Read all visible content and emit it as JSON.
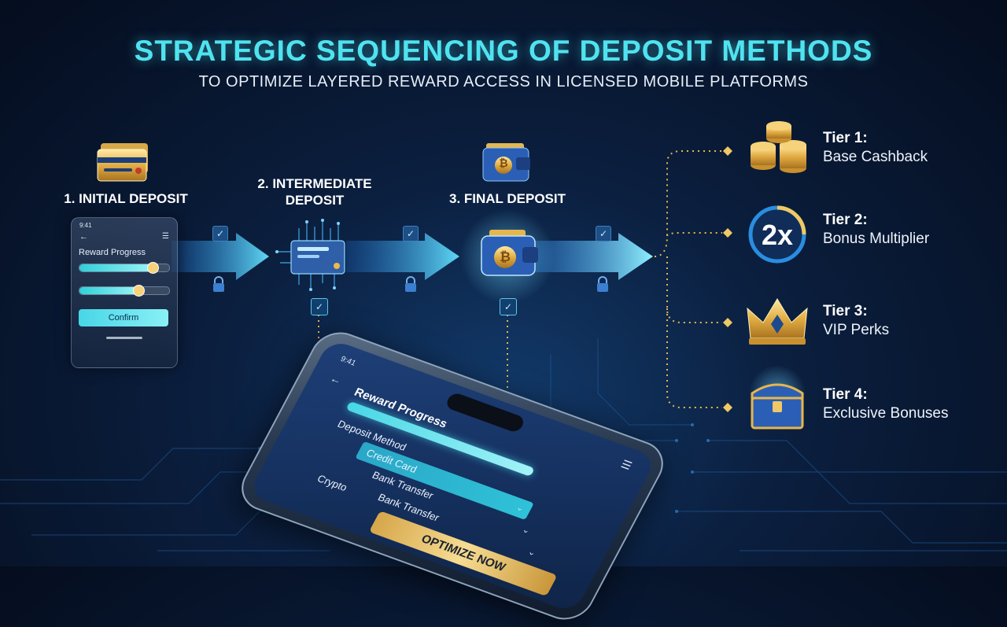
{
  "header": {
    "title": "STRATEGIC SEQUENCING OF DEPOSIT METHODS",
    "subtitle": "TO OPTIMIZE LAYERED REWARD ACCESS IN LICENSED MOBILE PLATFORMS"
  },
  "steps": [
    {
      "label": "1. INITIAL DEPOSIT"
    },
    {
      "label_line1": "2. INTERMEDIATE",
      "label_line2": "DEPOSIT"
    },
    {
      "label": "3. FINAL DEPOSIT"
    }
  ],
  "mini_phone": {
    "time": "9:41",
    "title": "Reward Progress",
    "slider1": 0.82,
    "slider2": 0.66,
    "confirm_label": "Confirm"
  },
  "tiers": [
    {
      "title": "Tier 1:",
      "subtitle": "Base Cashback"
    },
    {
      "title": "Tier 2:",
      "subtitle": "Bonus Multiplier",
      "badge": "2x"
    },
    {
      "title": "Tier 3:",
      "subtitle": "VIP Perks"
    },
    {
      "title": "Tier 4:",
      "subtitle": "Exclusive Bonuses"
    }
  ],
  "phone": {
    "time": "9:41",
    "title": "Reward Progress",
    "section": "Deposit Method",
    "options": [
      "Credit Card",
      "Bank Transfer",
      "Bank Transfer",
      "Crypto"
    ],
    "selected_index": 0,
    "cta": "OPTIMIZE NOW"
  },
  "icons": {
    "check": "✓",
    "lock": "lock-icon",
    "chevron": "⌄",
    "back": "←",
    "menu": "☰",
    "bitcoin": "₿"
  },
  "colors": {
    "accent": "#4fe3f0",
    "gold": "#e6b64e",
    "arrow": "#63dcef"
  }
}
